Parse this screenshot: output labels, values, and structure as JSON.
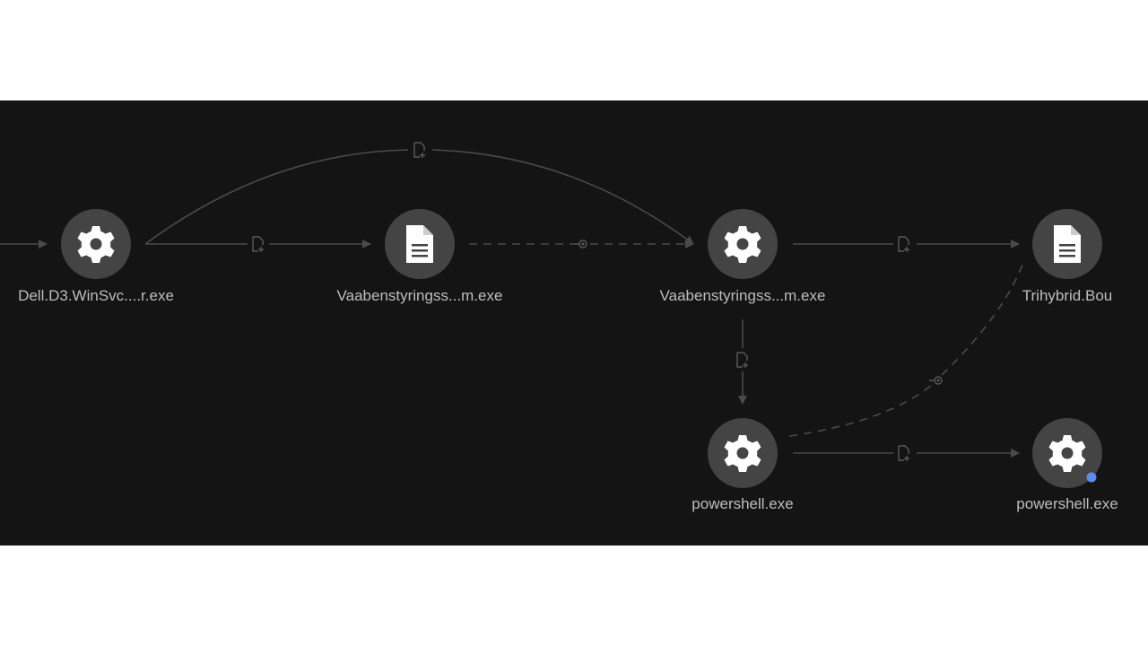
{
  "nodes": [
    {
      "label": "Dell.D3.WinSvc....r.exe",
      "type": "process",
      "icon": "gear-icon"
    },
    {
      "label": "Vaabenstyringss...m.exe",
      "type": "file",
      "icon": "document-icon"
    },
    {
      "label": "Vaabenstyringss...m.exe",
      "type": "process",
      "icon": "gear-icon"
    },
    {
      "label": "Trihybrid.Bou",
      "type": "file",
      "icon": "document-icon"
    },
    {
      "label": "powershell.exe",
      "type": "process",
      "icon": "gear-icon"
    },
    {
      "label": "powershell.exe",
      "type": "process",
      "icon": "gear-icon",
      "status_dot": "#5b8def"
    }
  ],
  "colors": {
    "background": "#141414",
    "node": "#444444",
    "edge": "#4a4a4a",
    "status_dot": "#5b8def"
  }
}
